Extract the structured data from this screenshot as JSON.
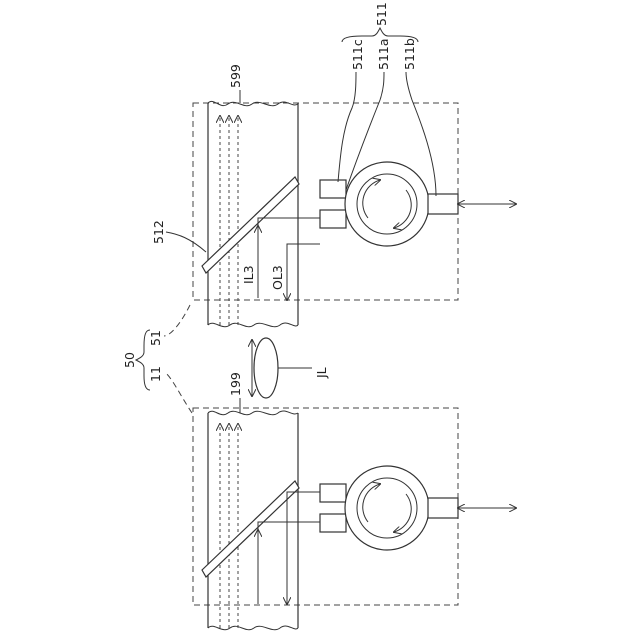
{
  "labels": {
    "l599": "599",
    "l199": "199",
    "l512": "512",
    "l511c": "511c",
    "l511a": "511a",
    "l511b": "511b",
    "l511": "511",
    "l50": "50",
    "l51": "51",
    "l11": "11",
    "lIL3": "IL3",
    "lOL3": "OL3",
    "lJL": "JL"
  }
}
